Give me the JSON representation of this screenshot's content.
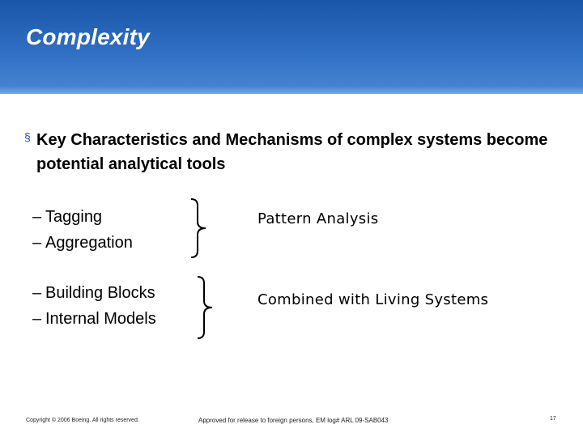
{
  "slide": {
    "title": "Complexity",
    "bullet": "Key Characteristics and Mechanisms of complex systems become potential analytical tools",
    "groups": [
      {
        "items": [
          "Tagging",
          "Aggregation"
        ],
        "result": "Pattern Analysis"
      },
      {
        "items": [
          "Building Blocks",
          "Internal Models"
        ],
        "result": "Combined with Living Systems"
      }
    ],
    "dash": "–",
    "bullet_marker": "§"
  },
  "footer": {
    "copyright": "Copyright © 2006 Boeing. All rights reserved.",
    "approval": "Approved for release to foreign persons, EM log# ARL 09-SAB043",
    "page_number": "17"
  },
  "colors": {
    "header": "#1a55a8",
    "bullet_marker": "#1a55a8"
  }
}
